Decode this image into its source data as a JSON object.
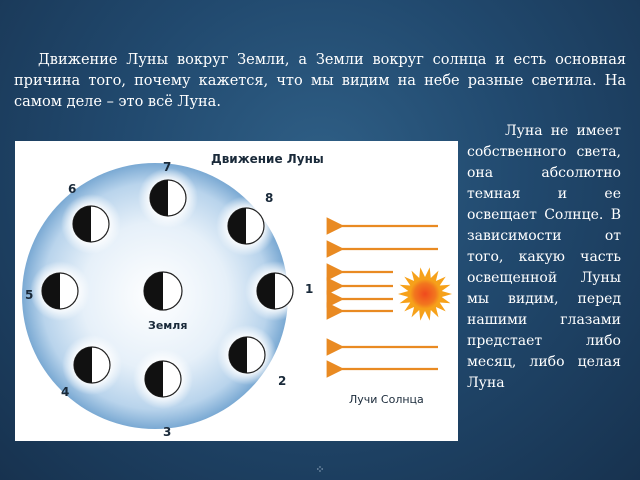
{
  "intro_text": "Движение Луны вокруг Земли, а Земли вокруг солнца и есть основная причина того, почему кажется, что мы видим на небе разные светила. На самом деле – это всё Луна.",
  "side_text": "Луна не имеет собственного света, она абсолютно темная и ее освещает Солнце. В зависимости от того, какую часть освещенной Луны мы видим, перед нашими глазами предстает либо месяц, либо целая Луна",
  "figure": {
    "title": "Движение Луны",
    "earth_label": "Земля",
    "rays_label": "Лучи Солнца",
    "positions": [
      "1",
      "2",
      "3",
      "4",
      "5",
      "6",
      "7",
      "8"
    ]
  },
  "colors": {
    "orbit_fill": "#cfe3f3",
    "orbit_edge": "#6d9fcb",
    "ray": "#e98a22",
    "sun_outer": "#f6a11a",
    "sun_inner": "#e8431f"
  },
  "footer_icon": "slide-nav-icon"
}
